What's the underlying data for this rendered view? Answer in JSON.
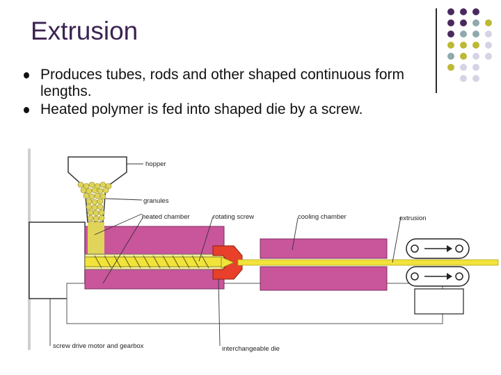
{
  "slide": {
    "title": "Extrusion",
    "bullets": [
      "Produces tubes, rods and other shaped continuous form lengths.",
      "Heated polymer is fed into shaped die by a screw."
    ]
  },
  "diagram": {
    "labels": {
      "hopper": "hopper",
      "granules": "granules",
      "heated_chamber": "heated chamber",
      "rotating_screw": "rotating screw",
      "cooling_chamber": "cooling chamber",
      "extrusion": "extrusion",
      "screw_drive": "screw drive motor and gearbox",
      "die": "interchangeable die"
    }
  },
  "colors": {
    "title": "#3b2352",
    "dot_purple": "#4a2a5e",
    "dot_teal": "#8fa9ad",
    "dot_olive": "#bdb934",
    "dot_lavender": "#d5d4e6",
    "chamber_magenta": "#c9559b",
    "screw_yellow": "#f2e33a",
    "die_red": "#e8402a",
    "granule_yellow": "#e0d45a"
  }
}
